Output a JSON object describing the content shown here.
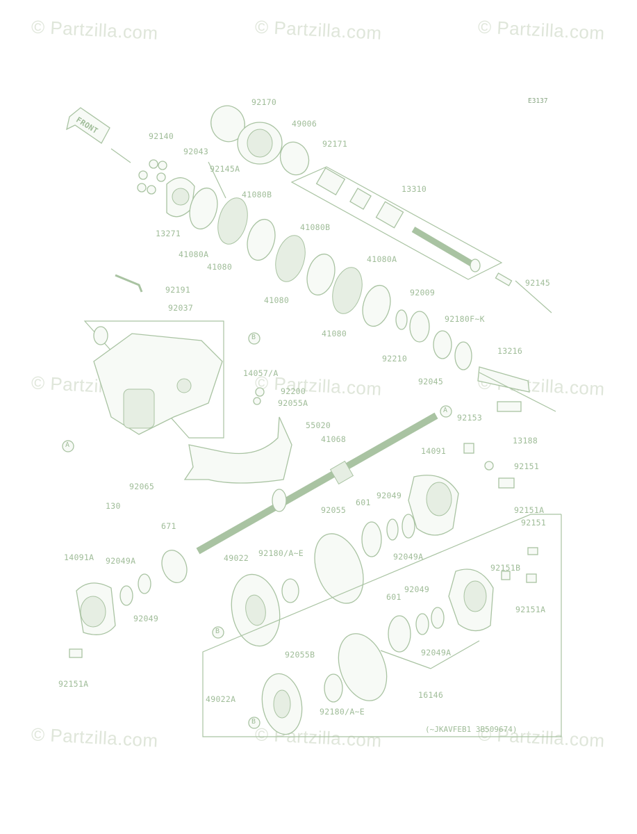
{
  "watermarks": [
    "© Partzilla.com",
    "© Partzilla.com",
    "© Partzilla.com",
    "© Partzilla.com",
    "© Partzilla.com",
    "© Partzilla.com",
    "© Partzilla.com",
    "© Partzilla.com",
    "© Partzilla.com"
  ],
  "diagram_ref": "E3137",
  "front_label": "FRONT",
  "labels": {
    "p92170": "92170",
    "p49006": "49006",
    "p92171": "92171",
    "p92140": "92140",
    "p92043": "92043",
    "p92145A": "92145A",
    "p41080B_1": "41080B",
    "p13271": "13271",
    "p41080A_1": "41080A",
    "p41080_1": "41080",
    "p41080B_2": "41080B",
    "p41080_2": "41080",
    "p41080A_2": "41080A",
    "p41080_3": "41080",
    "p13310": "13310",
    "p92145": "92145",
    "p92191": "92191",
    "p92037": "92037",
    "p92009": "92009",
    "p92180FK": "92180F~K",
    "p92210": "92210",
    "p92045": "92045",
    "p13216": "13216",
    "p14057A": "14057/A",
    "p92200": "92200",
    "p92055A": "92055A",
    "p13188": "13188",
    "p55020": "55020",
    "p41068": "41068",
    "p92153": "92153",
    "p14091": "14091",
    "p92151_1": "92151",
    "p92065": "92065",
    "p130": "130",
    "p601_1": "601",
    "p92049_1": "92049",
    "p92055": "92055",
    "p92151A_1": "92151A",
    "p671": "671",
    "p92151_2": "92151",
    "p92049A_1": "92049A",
    "p14091A": "14091A",
    "p92049A_2": "92049A",
    "p49022": "49022",
    "p92180AE_1": "92180/A~E",
    "p92151B": "92151B",
    "p92049_2": "92049",
    "p601_2": "601",
    "p92049_3": "92049",
    "p92151A_2": "92151A",
    "p92049A_3": "92049A",
    "p92055B": "92055B",
    "p92151A_3": "92151A",
    "p16146": "16146",
    "p49022A": "49022A",
    "p92180AE_2": "92180/A~E"
  },
  "callouts": {
    "a": "A",
    "b": "B"
  },
  "note": "(~JKAVFEB1 3B509674)"
}
